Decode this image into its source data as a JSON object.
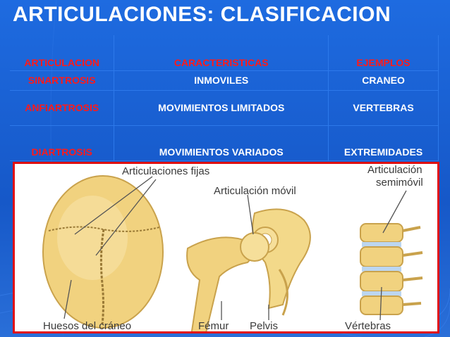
{
  "title": "ARTICULACIONES: CLASIFICACION",
  "table": {
    "headers": [
      "ARTICULACION",
      "CARACTERISTICAS",
      "EJEMPLOS"
    ],
    "rows": [
      [
        "SINARTROSIS",
        "INMOVILES",
        "CRANEO"
      ],
      [
        "ANFIARTROSIS",
        "MOVIMIENTOS LIMITADOS",
        "VERTEBRAS"
      ],
      [
        "DIARTROSIS",
        "MOVIMIENTOS VARIADOS",
        "EXTREMIDADES"
      ]
    ]
  },
  "illustration": {
    "label_fijas": "Articulaciones fijas",
    "label_movil": "Articulación móvil",
    "label_semimovil_1": "Articulación",
    "label_semimovil_2": "semimóvil",
    "label_craneo": "Huesos del cráneo",
    "label_femur": "Fémur",
    "label_pelvis": "Pelvis",
    "label_vertebras": "Vértebras"
  },
  "colors": {
    "background": "#1a63d6",
    "red_text": "#ff1a1a",
    "panel_border": "#e01010",
    "bone": "#f3d98a"
  }
}
